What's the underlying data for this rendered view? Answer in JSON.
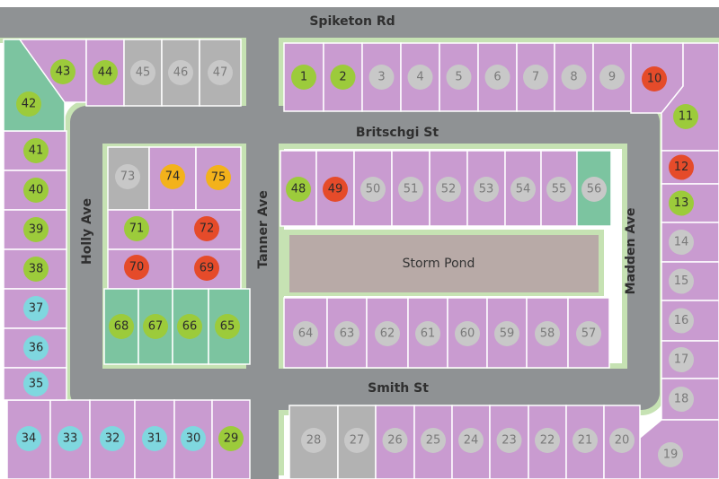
{
  "colors": {
    "background": "#ffffff",
    "road": "#8f9294",
    "curb": "#c6e2b3",
    "lot_available": "#c99bd0",
    "lot_sold": "#b2b2b2",
    "lot_green": "#7cc4a0",
    "lot_border": "#ffffff",
    "pond": "#b8aaa7",
    "badge_green": "#9ccb3b",
    "badge_red": "#e54b2a",
    "badge_yellow": "#f3b21b",
    "badge_cyan": "#7fd7df",
    "badge_gray": "#c8c8c8"
  },
  "streets": {
    "spiketon": "Spiketon Rd",
    "britschgi": "Britschgi St",
    "smith": "Smith St",
    "holly": "Holly Ave",
    "tanner": "Tanner Ave",
    "madden": "Madden Ave"
  },
  "pond_label": "Storm Pond",
  "lots": [
    {
      "n": "1",
      "status": "green"
    },
    {
      "n": "2",
      "status": "green"
    },
    {
      "n": "3",
      "status": "gray"
    },
    {
      "n": "4",
      "status": "gray"
    },
    {
      "n": "5",
      "status": "gray"
    },
    {
      "n": "6",
      "status": "gray"
    },
    {
      "n": "7",
      "status": "gray"
    },
    {
      "n": "8",
      "status": "gray"
    },
    {
      "n": "9",
      "status": "gray"
    },
    {
      "n": "10",
      "status": "red"
    },
    {
      "n": "11",
      "status": "green"
    },
    {
      "n": "12",
      "status": "red"
    },
    {
      "n": "13",
      "status": "green"
    },
    {
      "n": "14",
      "status": "gray"
    },
    {
      "n": "15",
      "status": "gray"
    },
    {
      "n": "16",
      "status": "gray"
    },
    {
      "n": "17",
      "status": "gray"
    },
    {
      "n": "18",
      "status": "gray"
    },
    {
      "n": "19",
      "status": "gray"
    },
    {
      "n": "20",
      "status": "gray"
    },
    {
      "n": "21",
      "status": "gray"
    },
    {
      "n": "22",
      "status": "gray"
    },
    {
      "n": "23",
      "status": "gray"
    },
    {
      "n": "24",
      "status": "gray"
    },
    {
      "n": "25",
      "status": "gray"
    },
    {
      "n": "26",
      "status": "gray"
    },
    {
      "n": "27",
      "status": "gray"
    },
    {
      "n": "28",
      "status": "gray"
    },
    {
      "n": "29",
      "status": "green"
    },
    {
      "n": "30",
      "status": "cyan"
    },
    {
      "n": "31",
      "status": "cyan"
    },
    {
      "n": "32",
      "status": "cyan"
    },
    {
      "n": "33",
      "status": "cyan"
    },
    {
      "n": "34",
      "status": "cyan"
    },
    {
      "n": "35",
      "status": "cyan"
    },
    {
      "n": "36",
      "status": "cyan"
    },
    {
      "n": "37",
      "status": "cyan"
    },
    {
      "n": "38",
      "status": "green"
    },
    {
      "n": "39",
      "status": "green"
    },
    {
      "n": "40",
      "status": "green"
    },
    {
      "n": "41",
      "status": "green"
    },
    {
      "n": "42",
      "status": "green"
    },
    {
      "n": "43",
      "status": "green"
    },
    {
      "n": "44",
      "status": "green"
    },
    {
      "n": "45",
      "status": "gray"
    },
    {
      "n": "46",
      "status": "gray"
    },
    {
      "n": "47",
      "status": "gray"
    },
    {
      "n": "48",
      "status": "green"
    },
    {
      "n": "49",
      "status": "red"
    },
    {
      "n": "50",
      "status": "gray"
    },
    {
      "n": "51",
      "status": "gray"
    },
    {
      "n": "52",
      "status": "gray"
    },
    {
      "n": "53",
      "status": "gray"
    },
    {
      "n": "54",
      "status": "gray"
    },
    {
      "n": "55",
      "status": "gray"
    },
    {
      "n": "56",
      "status": "gray"
    },
    {
      "n": "57",
      "status": "gray"
    },
    {
      "n": "58",
      "status": "gray"
    },
    {
      "n": "59",
      "status": "gray"
    },
    {
      "n": "60",
      "status": "gray"
    },
    {
      "n": "61",
      "status": "gray"
    },
    {
      "n": "62",
      "status": "gray"
    },
    {
      "n": "63",
      "status": "gray"
    },
    {
      "n": "64",
      "status": "gray"
    },
    {
      "n": "65",
      "status": "green"
    },
    {
      "n": "66",
      "status": "green"
    },
    {
      "n": "67",
      "status": "green"
    },
    {
      "n": "68",
      "status": "green"
    },
    {
      "n": "69",
      "status": "red"
    },
    {
      "n": "70",
      "status": "red"
    },
    {
      "n": "71",
      "status": "green"
    },
    {
      "n": "72",
      "status": "red"
    },
    {
      "n": "73",
      "status": "gray"
    },
    {
      "n": "74",
      "status": "yellow"
    },
    {
      "n": "75",
      "status": "yellow"
    }
  ]
}
